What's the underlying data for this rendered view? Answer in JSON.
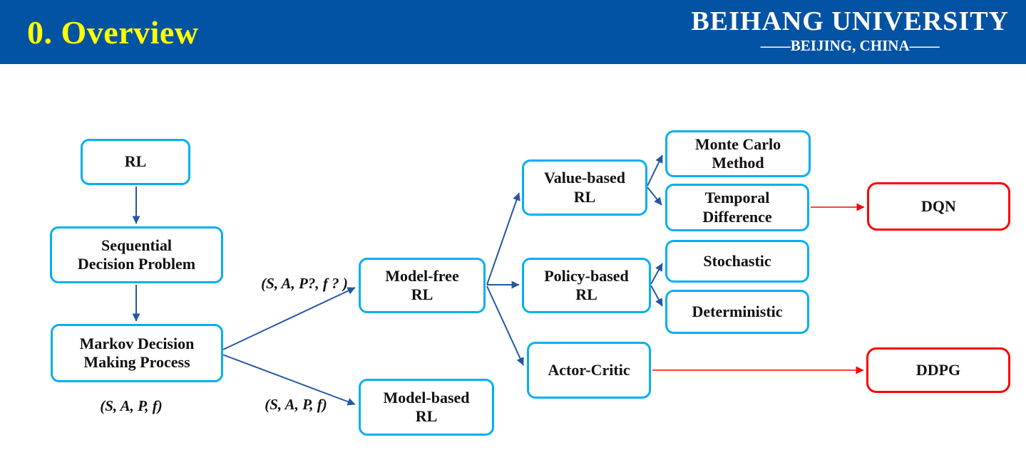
{
  "header": {
    "title": "0. Overview",
    "university": "BEIHANG UNIVERSITY",
    "location": "——BEIJING, CHINA——"
  },
  "colors": {
    "header_bg": "#0353a4",
    "title_yellow": "#ffff00",
    "header_text": "#ffffff",
    "node_border": "#00b0f0",
    "highlight_border": "#ff0000",
    "arrow_blue": "#2457a4",
    "arrow_red": "#ff0000",
    "node_text": "#111111"
  },
  "nodes": {
    "rl": {
      "label": "RL"
    },
    "sequential": {
      "label": "Sequential\nDecision Problem"
    },
    "markov": {
      "label": "Markov Decision\nMaking Process"
    },
    "model_free": {
      "label": "Model-free\nRL"
    },
    "model_based": {
      "label": "Model-based\nRL"
    },
    "value_based": {
      "label": "Value-based\nRL"
    },
    "policy_based": {
      "label": "Policy-based\nRL"
    },
    "actor_critic": {
      "label": "Actor-Critic"
    },
    "monte_carlo": {
      "label": "Monte Carlo\nMethod"
    },
    "temporal_difference": {
      "label": "Temporal\nDifference"
    },
    "stochastic": {
      "label": "Stochastic"
    },
    "deterministic": {
      "label": "Deterministic"
    },
    "dqn": {
      "label": "DQN"
    },
    "ddpg": {
      "label": "DDPG"
    }
  },
  "annotations": {
    "mdp_tuple": "(S, A, P, f)",
    "model_free_tuple": "(S, A, P?, f ? )",
    "model_based_tuple": "(S, A, P, f)"
  },
  "edges": [
    {
      "from": "rl",
      "to": "sequential",
      "color": "blue"
    },
    {
      "from": "sequential",
      "to": "markov",
      "color": "blue"
    },
    {
      "from": "markov",
      "to": "model_free",
      "color": "blue"
    },
    {
      "from": "markov",
      "to": "model_based",
      "color": "blue"
    },
    {
      "from": "model_free",
      "to": "value_based",
      "color": "blue"
    },
    {
      "from": "model_free",
      "to": "policy_based",
      "color": "blue"
    },
    {
      "from": "model_free",
      "to": "actor_critic",
      "color": "blue"
    },
    {
      "from": "value_based",
      "to": "monte_carlo",
      "color": "blue"
    },
    {
      "from": "value_based",
      "to": "temporal_difference",
      "color": "blue"
    },
    {
      "from": "policy_based",
      "to": "stochastic",
      "color": "blue"
    },
    {
      "from": "policy_based",
      "to": "deterministic",
      "color": "blue"
    },
    {
      "from": "temporal_difference",
      "to": "dqn",
      "color": "red"
    },
    {
      "from": "actor_critic",
      "to": "ddpg",
      "color": "red"
    }
  ]
}
